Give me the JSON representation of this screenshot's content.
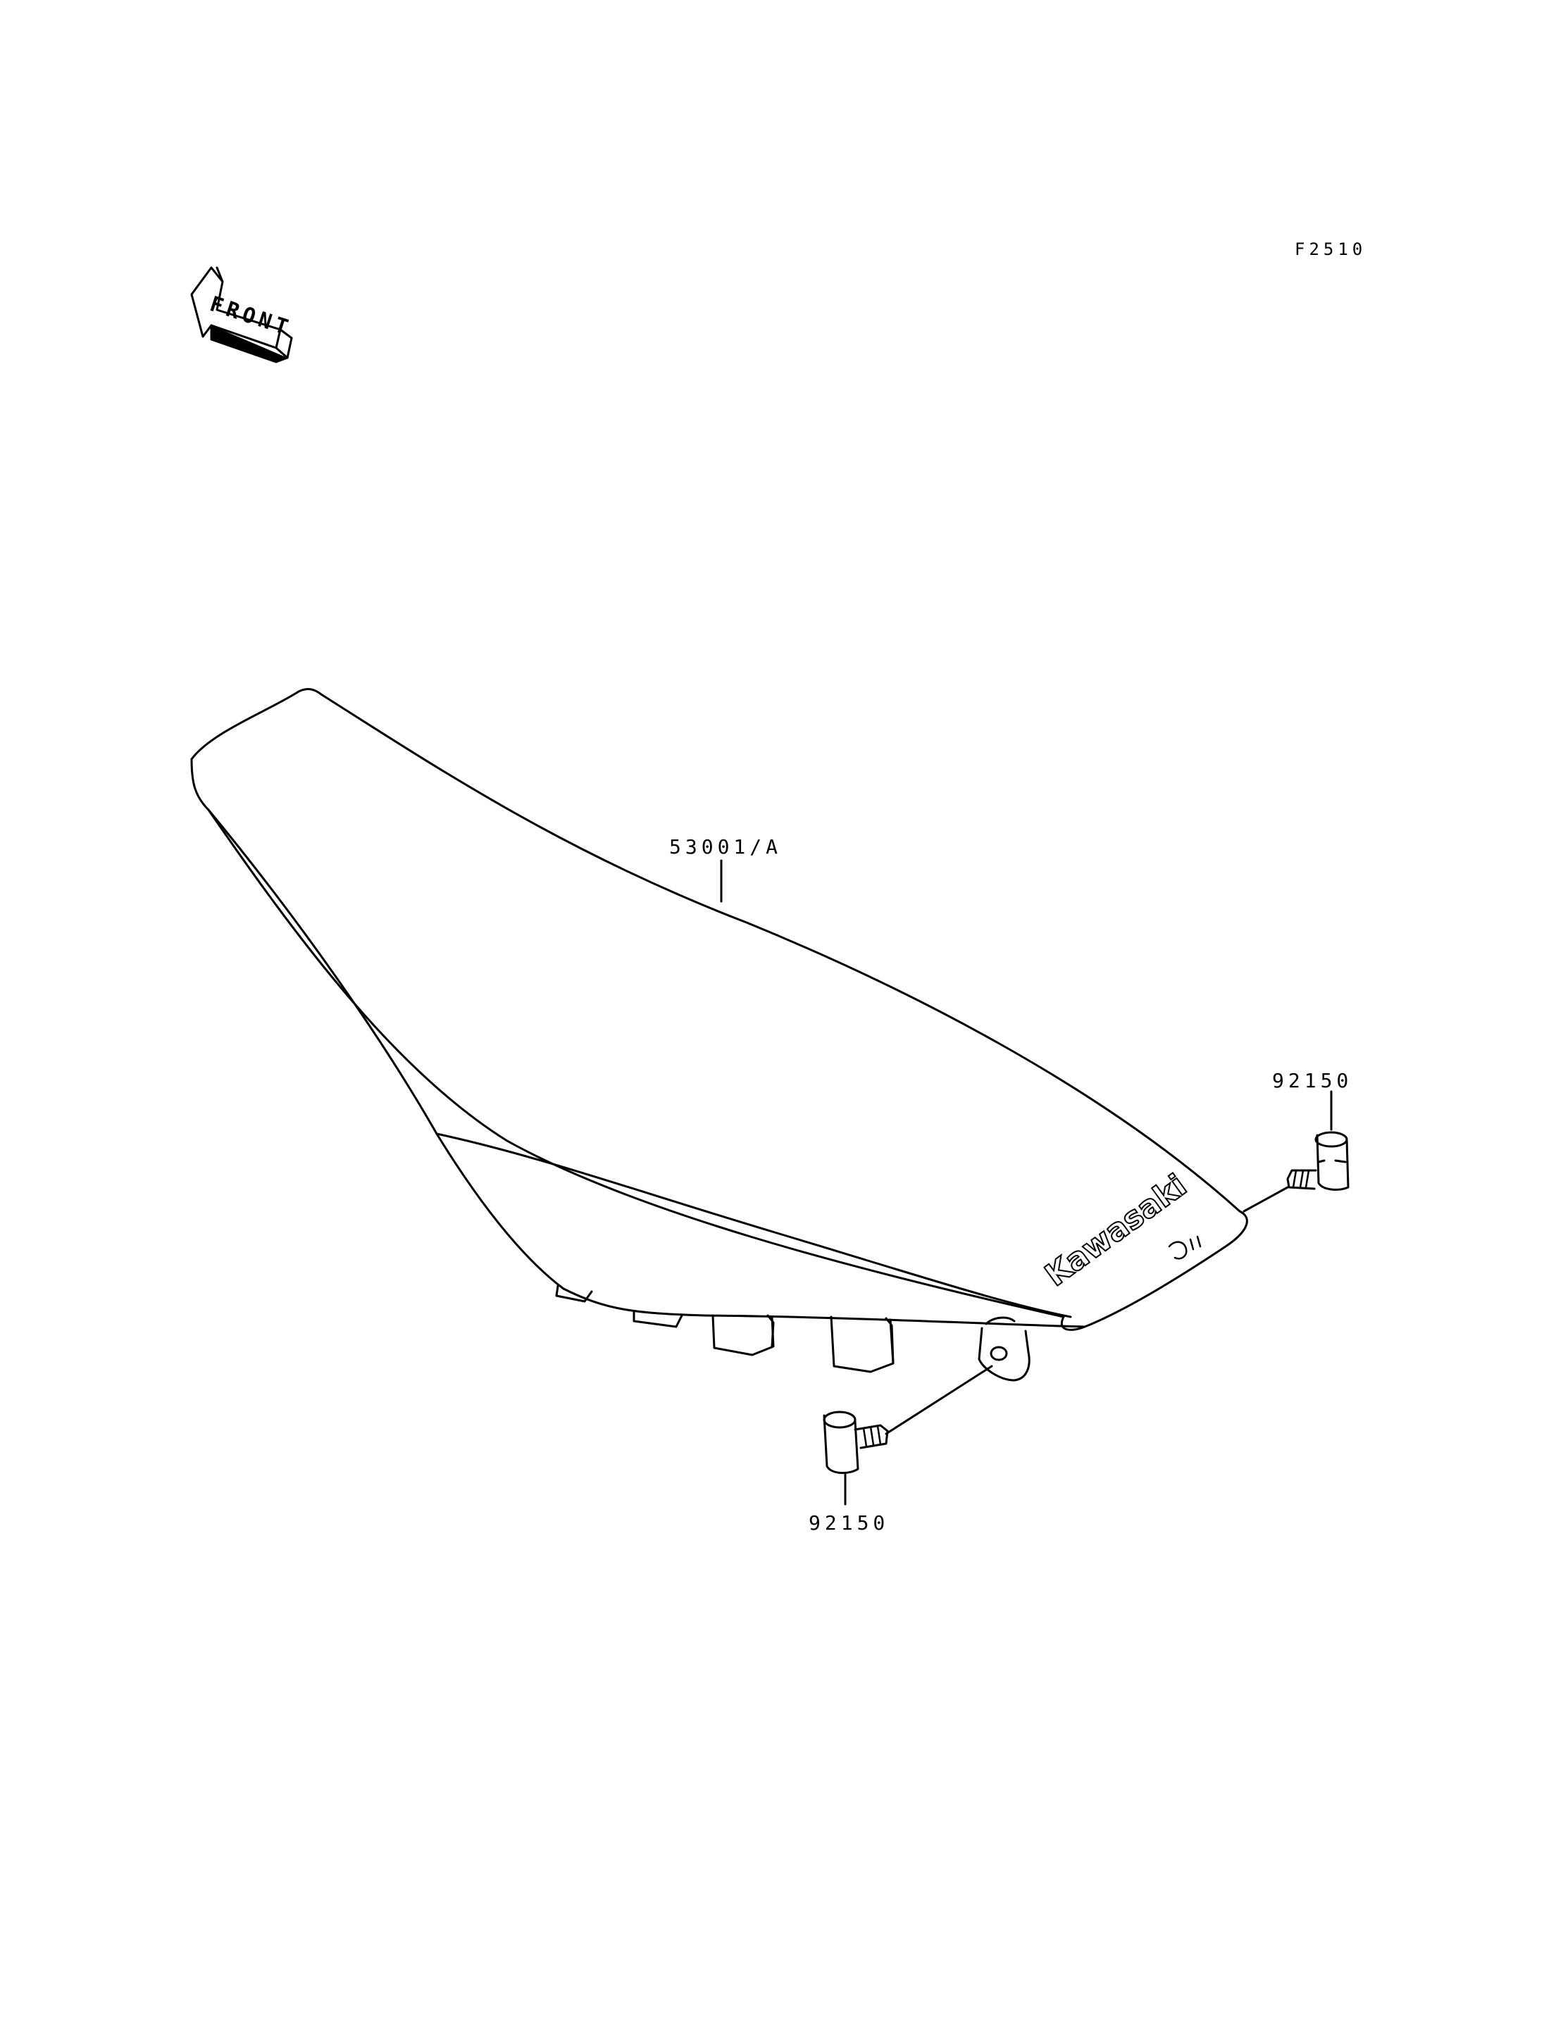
{
  "figure_code": "F2510",
  "front_arrow": {
    "text": "FRONT",
    "icon": "front-direction-arrow-icon"
  },
  "callouts": [
    {
      "ref": "53001/A",
      "part": "seat"
    },
    {
      "ref": "92150",
      "part": "rear-bolt"
    },
    {
      "ref": "92150",
      "part": "side-bolt"
    }
  ],
  "brand_mark": "Kawasaki"
}
